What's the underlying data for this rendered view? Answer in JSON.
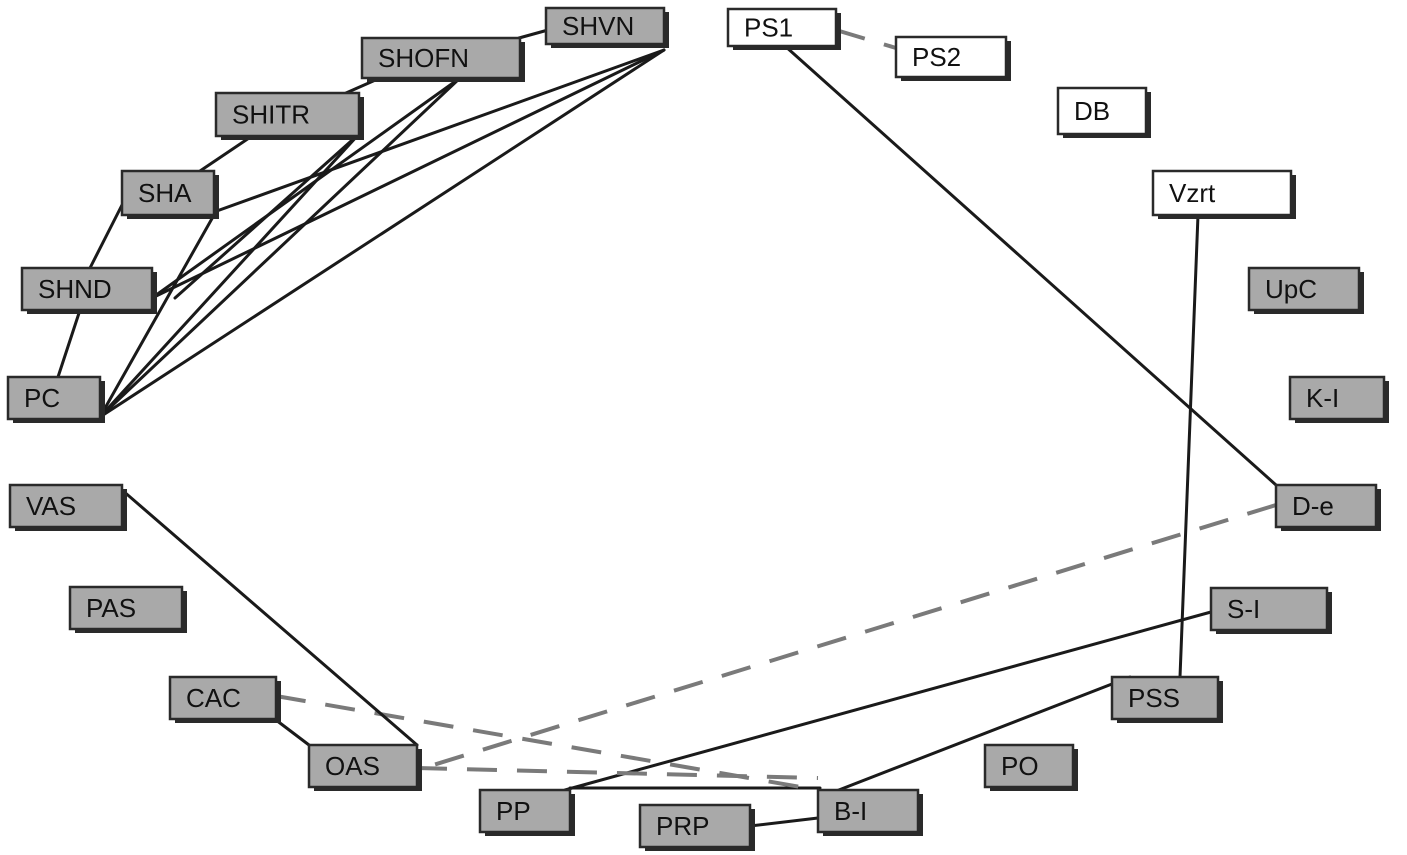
{
  "colors": {
    "node_gray": "#a9a9a9",
    "node_white": "#ffffff",
    "edge_solid": "#1a1a1a",
    "edge_dashed": "#7a7a7a"
  },
  "nodes": [
    {
      "id": "SHVN",
      "label": "SHVN",
      "fill": "gray"
    },
    {
      "id": "SHOFN",
      "label": "SHOFN",
      "fill": "gray"
    },
    {
      "id": "SHITR",
      "label": "SHITR",
      "fill": "gray"
    },
    {
      "id": "SHA",
      "label": "SHA",
      "fill": "gray"
    },
    {
      "id": "SHND",
      "label": "SHND",
      "fill": "gray"
    },
    {
      "id": "PC",
      "label": "PC",
      "fill": "gray"
    },
    {
      "id": "PS1",
      "label": "PS1",
      "fill": "white"
    },
    {
      "id": "PS2",
      "label": "PS2",
      "fill": "white"
    },
    {
      "id": "DB",
      "label": "DB",
      "fill": "white"
    },
    {
      "id": "Vzrt",
      "label": "Vzrt",
      "fill": "white"
    },
    {
      "id": "UpC",
      "label": "UpC",
      "fill": "gray"
    },
    {
      "id": "K-I",
      "label": "K-I",
      "fill": "gray"
    },
    {
      "id": "D-e",
      "label": "D-e",
      "fill": "gray"
    },
    {
      "id": "S-I",
      "label": "S-I",
      "fill": "gray"
    },
    {
      "id": "PSS",
      "label": "PSS",
      "fill": "gray"
    },
    {
      "id": "PO",
      "label": "PO",
      "fill": "gray"
    },
    {
      "id": "B-I",
      "label": "B-I",
      "fill": "gray"
    },
    {
      "id": "PRP",
      "label": "PRP",
      "fill": "gray"
    },
    {
      "id": "PP",
      "label": "PP",
      "fill": "gray"
    },
    {
      "id": "OAS",
      "label": "OAS",
      "fill": "gray"
    },
    {
      "id": "CAC",
      "label": "CAC",
      "fill": "gray"
    },
    {
      "id": "PAS",
      "label": "PAS",
      "fill": "gray"
    },
    {
      "id": "VAS",
      "label": "VAS",
      "fill": "gray"
    }
  ],
  "edges": [
    {
      "from": "SHVN",
      "to": "SHOFN",
      "style": "solid"
    },
    {
      "from": "SHOFN",
      "to": "SHITR",
      "style": "solid"
    },
    {
      "from": "SHITR",
      "to": "SHA",
      "style": "solid"
    },
    {
      "from": "SHA",
      "to": "SHND",
      "style": "solid"
    },
    {
      "from": "SHND",
      "to": "PC",
      "style": "solid"
    },
    {
      "from": "SHVN",
      "to": "SHA",
      "style": "solid"
    },
    {
      "from": "SHVN",
      "to": "SHND",
      "style": "solid"
    },
    {
      "from": "SHVN",
      "to": "PC",
      "style": "solid"
    },
    {
      "from": "SHOFN",
      "to": "SHND",
      "style": "solid"
    },
    {
      "from": "SHOFN",
      "to": "PC",
      "style": "solid"
    },
    {
      "from": "SHITR",
      "to": "SHND",
      "style": "solid"
    },
    {
      "from": "SHITR",
      "to": "PC",
      "style": "solid"
    },
    {
      "from": "SHA",
      "to": "PC",
      "style": "solid"
    },
    {
      "from": "PS1",
      "to": "PS2",
      "style": "dashed"
    },
    {
      "from": "PS1",
      "to": "D-e",
      "style": "solid"
    },
    {
      "from": "Vzrt",
      "to": "PSS",
      "style": "solid"
    },
    {
      "from": "D-e",
      "to": "OAS",
      "style": "dashed"
    },
    {
      "from": "S-I",
      "to": "PP",
      "style": "solid"
    },
    {
      "from": "PSS",
      "to": "B-I",
      "style": "solid"
    },
    {
      "from": "PP",
      "to": "B-I",
      "style": "solid"
    },
    {
      "from": "PRP",
      "to": "B-I",
      "style": "solid"
    },
    {
      "from": "CAC",
      "to": "OAS",
      "style": "solid"
    },
    {
      "from": "CAC",
      "to": "B-I",
      "style": "dashed"
    },
    {
      "from": "OAS",
      "to": "B-I",
      "style": "dashed"
    },
    {
      "from": "VAS",
      "to": "OAS",
      "style": "solid"
    }
  ]
}
